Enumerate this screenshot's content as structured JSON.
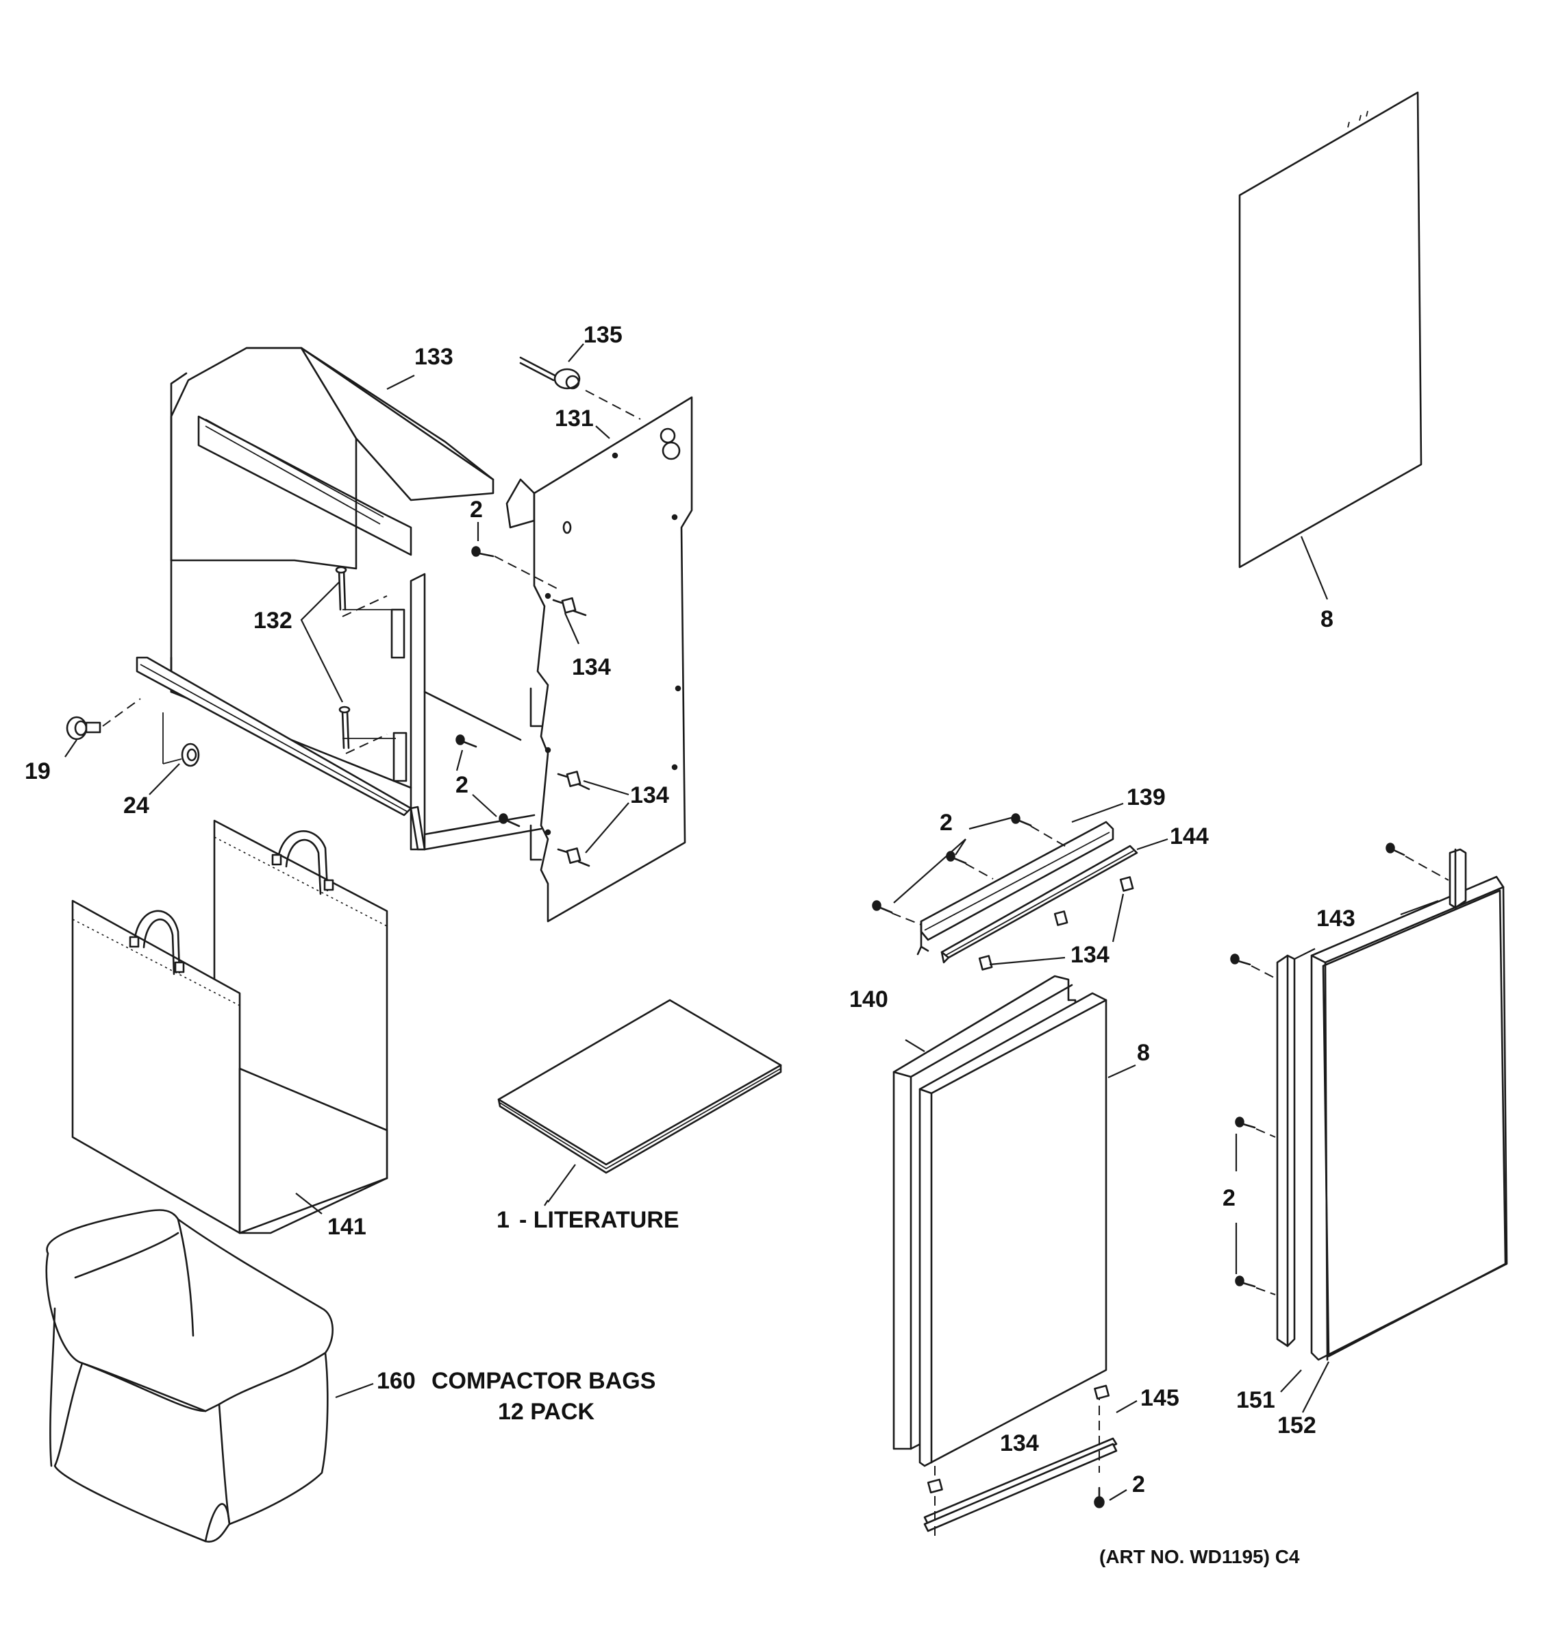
{
  "labels": {
    "p133": "133",
    "p135": "135",
    "p131": "131",
    "p2_a": "2",
    "p132": "132",
    "p134_a": "134",
    "p19": "19",
    "p24": "24",
    "p2_b": "2",
    "p134_b": "134",
    "p8_a": "8",
    "p139": "139",
    "p2_c": "2",
    "p144": "144",
    "p134_c": "134",
    "p143": "143",
    "p140": "140",
    "p8_b": "8",
    "p141": "141",
    "p1": "1",
    "literature": "- LITERATURE",
    "p2_d": "2",
    "p160": "160",
    "compactor_bags": "COMPACTOR BAGS",
    "pack": "12 PACK",
    "p145": "145",
    "p134_d": "134",
    "p151": "151",
    "p152": "152",
    "p2_e": "2",
    "art_no": "(ART NO. WD1195) C4"
  }
}
